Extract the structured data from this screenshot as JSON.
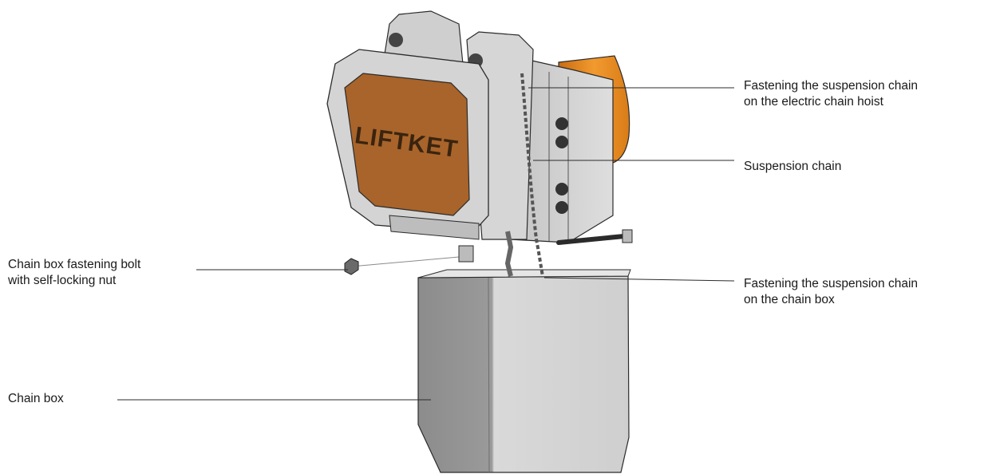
{
  "brand_text": "LIFTKET",
  "colors": {
    "housing_gray": "#d2d2d2",
    "cover_brown": "#a8642a",
    "motor_orange": "#e58a22",
    "outline": "#2b2b2b"
  },
  "labels": {
    "fastening_hoist": [
      "Fastening the suspension chain",
      "on the electric chain hoist"
    ],
    "suspension_chain": [
      "Suspension chain"
    ],
    "fastening_chain_box": [
      "Fastening the suspension chain",
      "on the chain box"
    ],
    "chain_box_bolt": [
      "Chain box fastening bolt",
      "with self-locking nut"
    ],
    "chain_box": [
      "Chain box"
    ]
  }
}
